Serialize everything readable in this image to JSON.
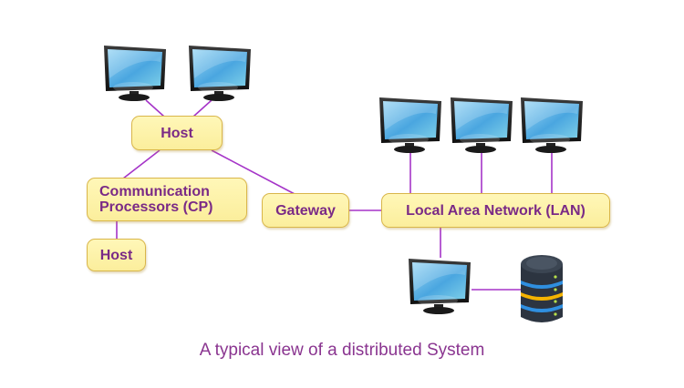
{
  "diagram": {
    "colors": {
      "link": "#a534c8",
      "node_fill": "#fbee9c",
      "node_border": "#d9b64a",
      "node_text": "#7a2a86",
      "caption": "#8a3590"
    },
    "nodes": {
      "host_top": {
        "label": "Host"
      },
      "cp": {
        "label_line1": "Communication",
        "label_line2": "Processors (CP)"
      },
      "host_bottom": {
        "label": "Host"
      },
      "gateway": {
        "label": "Gateway"
      },
      "lan": {
        "label": "Local Area Network (LAN)"
      }
    },
    "icons": {
      "monitor": "desktop-monitor-icon",
      "database": "database-server-icon"
    },
    "edges": [
      [
        "monitor-1",
        "host_top"
      ],
      [
        "monitor-2",
        "host_top"
      ],
      [
        "host_top",
        "cp"
      ],
      [
        "host_top",
        "gateway"
      ],
      [
        "cp",
        "host_bottom"
      ],
      [
        "gateway",
        "lan"
      ],
      [
        "lan",
        "monitor-3"
      ],
      [
        "lan",
        "monitor-4"
      ],
      [
        "lan",
        "monitor-5"
      ],
      [
        "lan",
        "monitor-6"
      ],
      [
        "monitor-6",
        "database"
      ]
    ],
    "caption": "A typical view of a distributed System"
  }
}
